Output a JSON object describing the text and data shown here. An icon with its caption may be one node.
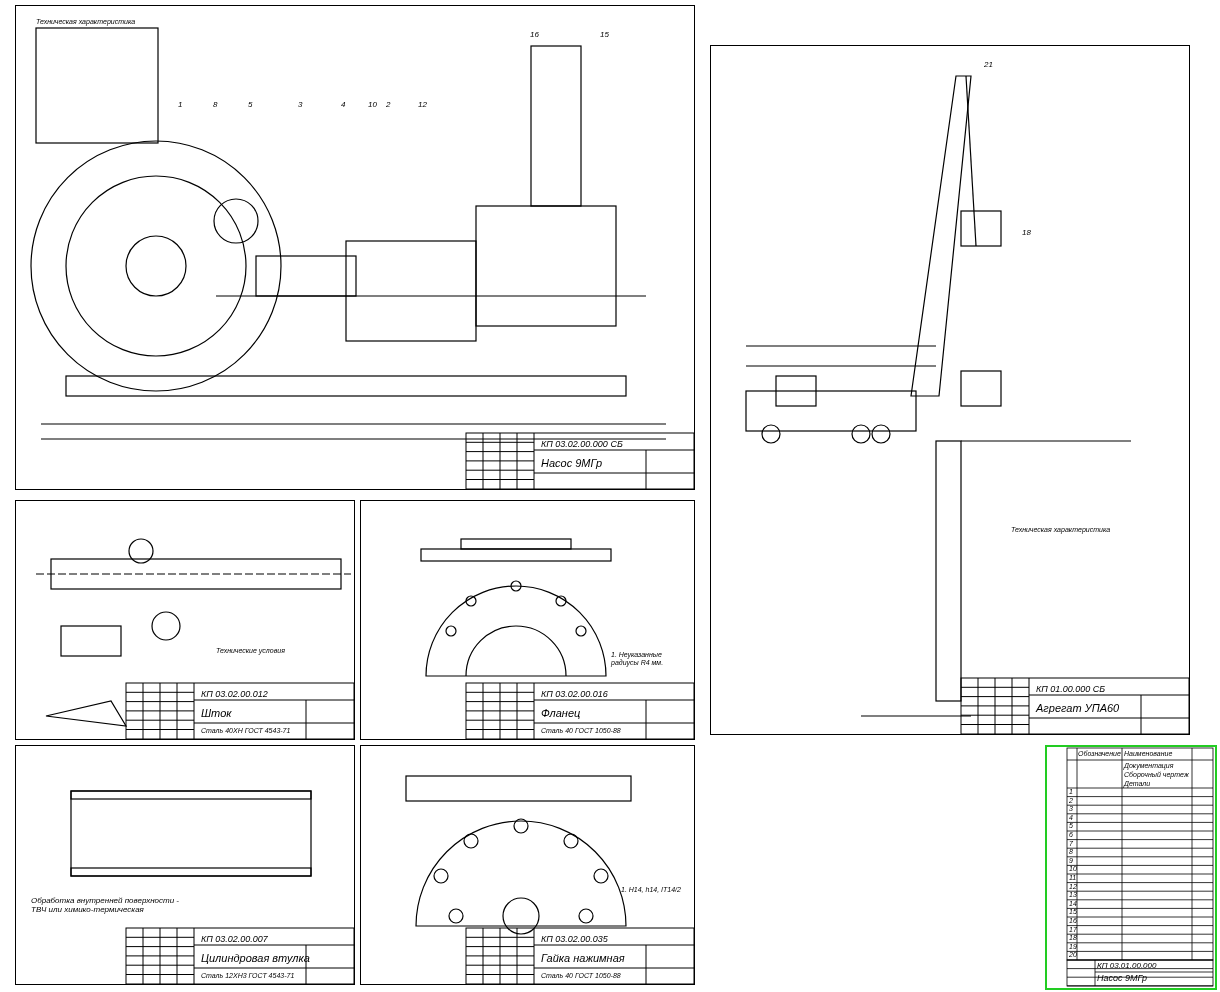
{
  "diagram": {
    "nodes": [
      {
        "text": [
          "Техническая характеристика",
          "КП 03.02.00.000 СБ",
          "Насос 9МГр"
        ]
      },
      {
        "text": [
          "Техническая характеристика",
          "КП 01.00.000 СБ",
          "Агрегат УПА60"
        ]
      },
      {
        "text": [
          "Технические условия",
          "КП 03.02.00.012",
          "Шток",
          "Сталь 40ХН ГОСТ 4543-71"
        ]
      },
      {
        "text": [
          "1. Неуказанные радиусы R4 мм.",
          "КП 03.02.00.016",
          "Фланец",
          "Сталь 40 ГОСТ 1050-88"
        ]
      },
      {
        "text": [
          "Обработка внутренней поверхности - ТВЧ или химико-термическая",
          "КП 03.02.00.007",
          "Цилиндровая втулка",
          "Сталь 12ХН3 ГОСТ 4543-71"
        ]
      },
      {
        "text": [
          "1. Н14, h14, IT14/2",
          "КП 03.02.00.035",
          "Гайка нажимная",
          "Сталь 40 ГОСТ 1050-88"
        ]
      },
      {
        "text": [
          "Обозначение",
          "Наименование",
          "Документация",
          "Сборочный чертеж",
          "Детали",
          "КП 03.01.00.000",
          "Насос 9МГр"
        ]
      }
    ],
    "labels": [
      "16",
      "15",
      "1",
      "8",
      "5",
      "3",
      "4",
      "10",
      "2",
      "12",
      "21",
      "18",
      "1",
      "2",
      "3",
      "4",
      "5",
      "6",
      "7",
      "8",
      "9",
      "10",
      "11",
      "12",
      "13",
      "14",
      "15",
      "16",
      "17",
      "18",
      "19",
      "20"
    ]
  }
}
